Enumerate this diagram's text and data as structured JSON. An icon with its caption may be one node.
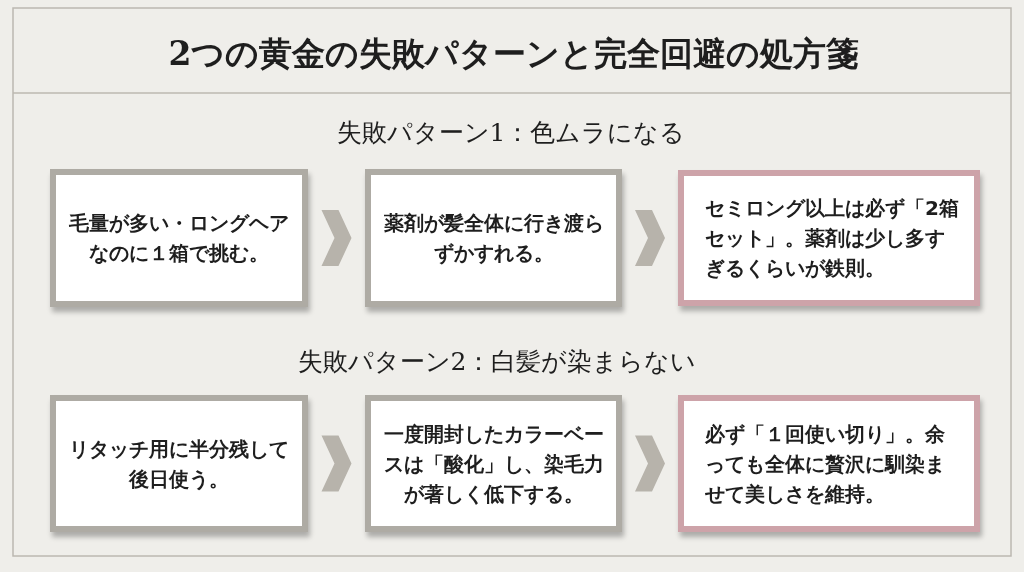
{
  "diagram": {
    "title": "2つの黄金の失敗パターンと完全回避の処方箋",
    "nodes": [
      {
        "text": [
          "毛量が多い・ロングヘアなのに１箱で挑む。"
        ]
      },
      {
        "text": [
          "薬剤が髪全体に行き渡らずかすれる。"
        ]
      },
      {
        "text": [
          "セミロング以上は必ず「2箱セット」。薬剤は少し多すぎるくらいが鉄則。"
        ]
      },
      {
        "text": [
          "リタッチ用に半分残して後日使う。"
        ]
      },
      {
        "text": [
          "一度開封したカラーベースは「酸化」し、染毛力が著しく低下する。"
        ]
      },
      {
        "text": [
          "必ず「１回使い切り」。余っても全体に贅沢に馴染ませて美しさを維持。"
        ]
      }
    ],
    "edges": [
      {
        "from": 0,
        "to": 1,
        "arrow": "to"
      },
      {
        "from": 1,
        "to": 2,
        "arrow": "to"
      },
      {
        "from": 3,
        "to": 4,
        "arrow": "to"
      },
      {
        "from": 4,
        "to": 5,
        "arrow": "to"
      }
    ],
    "labels": [
      "失敗パターン1：色ムラになる",
      "失敗パターン2：白髪が染まらない"
    ]
  }
}
